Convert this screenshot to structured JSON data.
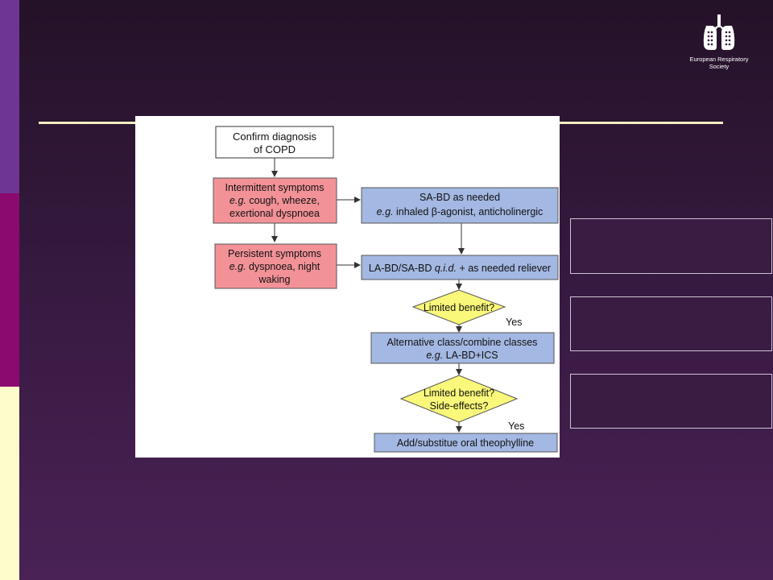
{
  "logo": {
    "icon": "lungs-icon",
    "caption_line1": "European Respiratory",
    "caption_line2": "Society"
  },
  "colors": {
    "red_box": "#f29297",
    "blue_box": "#a3b8e2",
    "yellow_box": "#f9f87a",
    "white_box": "#ffffff"
  },
  "flowchart": {
    "confirm_l1": "Confirm diagnosis",
    "confirm_l2": "of COPD",
    "intermittent_l1": "Intermittent symptoms",
    "intermittent_l2_em": "e.g.",
    "intermittent_l2": " cough, wheeze,",
    "intermittent_l3": "exertional dyspnoea",
    "persistent_l1": "Persistent symptoms",
    "persistent_l2_em": "e.g.",
    "persistent_l2": " dyspnoea, night",
    "persistent_l3": "waking",
    "sabd_l1": "SA-BD as needed",
    "sabd_l2_em": "e.g.",
    "sabd_l2": " inhaled β-agonist, anticholinergic",
    "labd_pre": "LA-BD/SA-BD ",
    "labd_em": "q.i.d.",
    "labd_post": " + as needed reliever",
    "limited1": "Limited benefit?",
    "yes1": "Yes",
    "alt_l1": "Alternative class/combine classes",
    "alt_l2_em": "e.g.",
    "alt_l2": " LA-BD+ICS",
    "limited2_l1": "Limited benefit?",
    "limited2_l2": "Side-effects?",
    "yes2": "Yes",
    "theo": "Add/substitue oral theophylline"
  }
}
